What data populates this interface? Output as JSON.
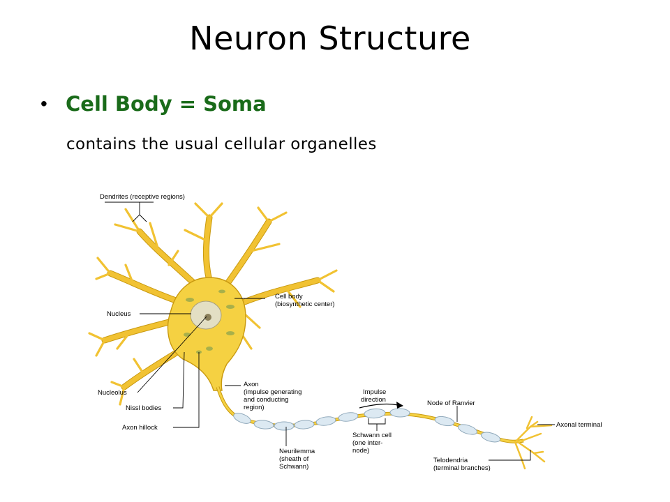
{
  "slide": {
    "title": "Neuron Structure",
    "bullet": "Cell Body = Soma",
    "subtext": "contains the usual cellular organelles"
  },
  "diagram": {
    "labels": {
      "dendrites": "Dendrites (receptive regions)",
      "cell_body_1": "Cell body",
      "cell_body_2": "(biosynthetic center)",
      "nucleus": "Nucleus",
      "nucleolus": "Nucleolus",
      "nissl": "Nissl bodies",
      "axon_hillock": "Axon hillock",
      "axon_1": "Axon",
      "axon_2": "(impulse generating",
      "axon_3": "and conducting",
      "axon_4": "region)",
      "impulse_1": "Impulse",
      "impulse_2": "direction",
      "node": "Node of Ranvier",
      "axonal_terminal": "Axonal terminal",
      "schwann_1": "Schwann cell",
      "schwann_2": "(one inter-",
      "schwann_3": "node)",
      "neurilemma_1": "Neurilemma",
      "neurilemma_2": "(sheath of",
      "neurilemma_3": "Schwann)",
      "telodendria_1": "Telodendria",
      "telodendria_2": "(terminal branches)"
    },
    "colors": {
      "cell": "#f5d142",
      "dendrite": "#f1c232",
      "outline": "#c99a10",
      "myelin": "#dce9f2",
      "nucleus": "#e3dfc4",
      "bullet": "#1a6b1a"
    }
  }
}
